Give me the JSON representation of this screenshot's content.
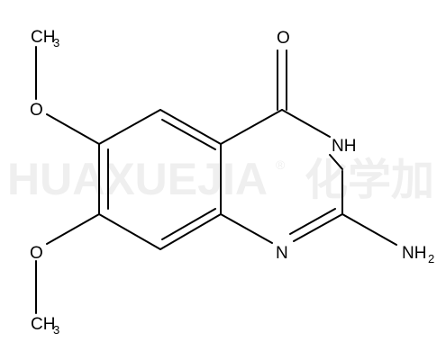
{
  "watermark": {
    "brand_latin": "HUAXUEJIA",
    "registered_mark": "®",
    "brand_cjk": "化学加"
  },
  "atoms": {
    "carbonyl_oxygen": "O",
    "ring_nh": "NH",
    "ring_n": "N",
    "amino_n": "NH",
    "amino_subscript": "2",
    "methoxy_top_oxygen": "O",
    "methoxy_top_methyl": "CH",
    "methoxy_top_methyl_subscript": "3",
    "methoxy_bottom_oxygen": "O",
    "methoxy_bottom_methyl": "CH",
    "methoxy_bottom_methyl_subscript": "3"
  }
}
